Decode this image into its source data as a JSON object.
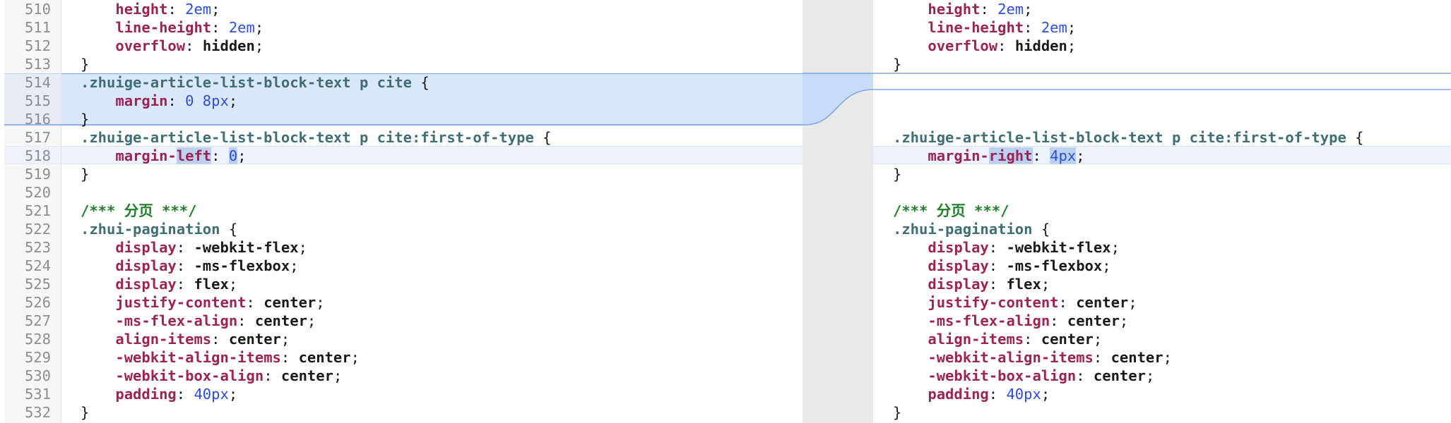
{
  "left_pane": {
    "lines": [
      {
        "num": "510",
        "indent": "    ",
        "prop": "height",
        "val": "2em",
        "val_type": "num"
      },
      {
        "num": "511",
        "indent": "    ",
        "prop": "line-height",
        "val": "2em",
        "val_type": "num"
      },
      {
        "num": "512",
        "indent": "    ",
        "prop": "overflow",
        "val": "hidden",
        "val_type": "kw"
      },
      {
        "num": "513",
        "indent": "",
        "close": "}"
      },
      {
        "num": "514",
        "indent": "",
        "selector": ".zhuige-article-list-block-text p cite",
        "open": " {"
      },
      {
        "num": "515",
        "indent": "    ",
        "prop": "margin",
        "val": "0 8px",
        "val_type": "num"
      },
      {
        "num": "516",
        "indent": "",
        "close": "}"
      },
      {
        "num": "517",
        "indent": "",
        "selector": ".zhuige-article-list-block-text p cite:first-of-type",
        "open": " {"
      },
      {
        "num": "518",
        "indent": "    ",
        "prop_prefix": "margin-",
        "prop_changed": "left",
        "val": "0",
        "val_type": "num"
      },
      {
        "num": "519",
        "indent": "",
        "close": "}"
      },
      {
        "num": "520",
        "indent": ""
      },
      {
        "num": "521",
        "indent": "",
        "comment": "/*** 分页 ***/"
      },
      {
        "num": "522",
        "indent": "",
        "selector": ".zhui-pagination",
        "open": " {"
      },
      {
        "num": "523",
        "indent": "    ",
        "prop": "display",
        "val": "-webkit-flex",
        "val_type": "kw"
      },
      {
        "num": "524",
        "indent": "    ",
        "prop": "display",
        "val": "-ms-flexbox",
        "val_type": "kw"
      },
      {
        "num": "525",
        "indent": "    ",
        "prop": "display",
        "val": "flex",
        "val_type": "kw"
      },
      {
        "num": "526",
        "indent": "    ",
        "prop": "justify-content",
        "val": "center",
        "val_type": "kw"
      },
      {
        "num": "527",
        "indent": "    ",
        "prop": "-ms-flex-align",
        "val": "center",
        "val_type": "kw"
      },
      {
        "num": "528",
        "indent": "    ",
        "prop": "align-items",
        "val": "center",
        "val_type": "kw"
      },
      {
        "num": "529",
        "indent": "    ",
        "prop": "-webkit-align-items",
        "val": "center",
        "val_type": "kw"
      },
      {
        "num": "530",
        "indent": "    ",
        "prop": "-webkit-box-align",
        "val": "center",
        "val_type": "kw"
      },
      {
        "num": "531",
        "indent": "    ",
        "prop": "padding",
        "val": "40px",
        "val_type": "num"
      },
      {
        "num": "532",
        "indent": "",
        "close": "}"
      }
    ]
  },
  "right_pane": {
    "lines": [
      {
        "indent": "    ",
        "prop": "height",
        "val": "2em",
        "val_type": "num"
      },
      {
        "indent": "    ",
        "prop": "line-height",
        "val": "2em",
        "val_type": "num"
      },
      {
        "indent": "    ",
        "prop": "overflow",
        "val": "hidden",
        "val_type": "kw"
      },
      {
        "indent": "",
        "close": "}"
      },
      {
        "indent": ""
      },
      {
        "indent": ""
      },
      {
        "indent": ""
      },
      {
        "indent": "",
        "selector": ".zhuige-article-list-block-text p cite:first-of-type",
        "open": " {"
      },
      {
        "indent": "    ",
        "prop_prefix": "margin-",
        "prop_changed": "right",
        "val": "4px",
        "val_type": "num"
      },
      {
        "indent": "",
        "close": "}"
      },
      {
        "indent": ""
      },
      {
        "indent": "",
        "comment": "/*** 分页 ***/"
      },
      {
        "indent": "",
        "selector": ".zhui-pagination",
        "open": " {"
      },
      {
        "indent": "    ",
        "prop": "display",
        "val": "-webkit-flex",
        "val_type": "kw"
      },
      {
        "indent": "    ",
        "prop": "display",
        "val": "-ms-flexbox",
        "val_type": "kw"
      },
      {
        "indent": "    ",
        "prop": "display",
        "val": "flex",
        "val_type": "kw"
      },
      {
        "indent": "    ",
        "prop": "justify-content",
        "val": "center",
        "val_type": "kw"
      },
      {
        "indent": "    ",
        "prop": "-ms-flex-align",
        "val": "center",
        "val_type": "kw"
      },
      {
        "indent": "    ",
        "prop": "align-items",
        "val": "center",
        "val_type": "kw"
      },
      {
        "indent": "    ",
        "prop": "-webkit-align-items",
        "val": "center",
        "val_type": "kw"
      },
      {
        "indent": "    ",
        "prop": "-webkit-box-align",
        "val": "center",
        "val_type": "kw"
      },
      {
        "indent": "    ",
        "prop": "padding",
        "val": "40px",
        "val_type": "num"
      },
      {
        "indent": "",
        "close": "}"
      }
    ]
  },
  "colors": {
    "selector": "#3f6e74",
    "property": "#9b2453",
    "number": "#2b4edb",
    "comment": "#1f7f2a",
    "change_highlight": "#dbe8fb",
    "change_border": "#7fa6df",
    "line_number": "#8e8e93"
  }
}
